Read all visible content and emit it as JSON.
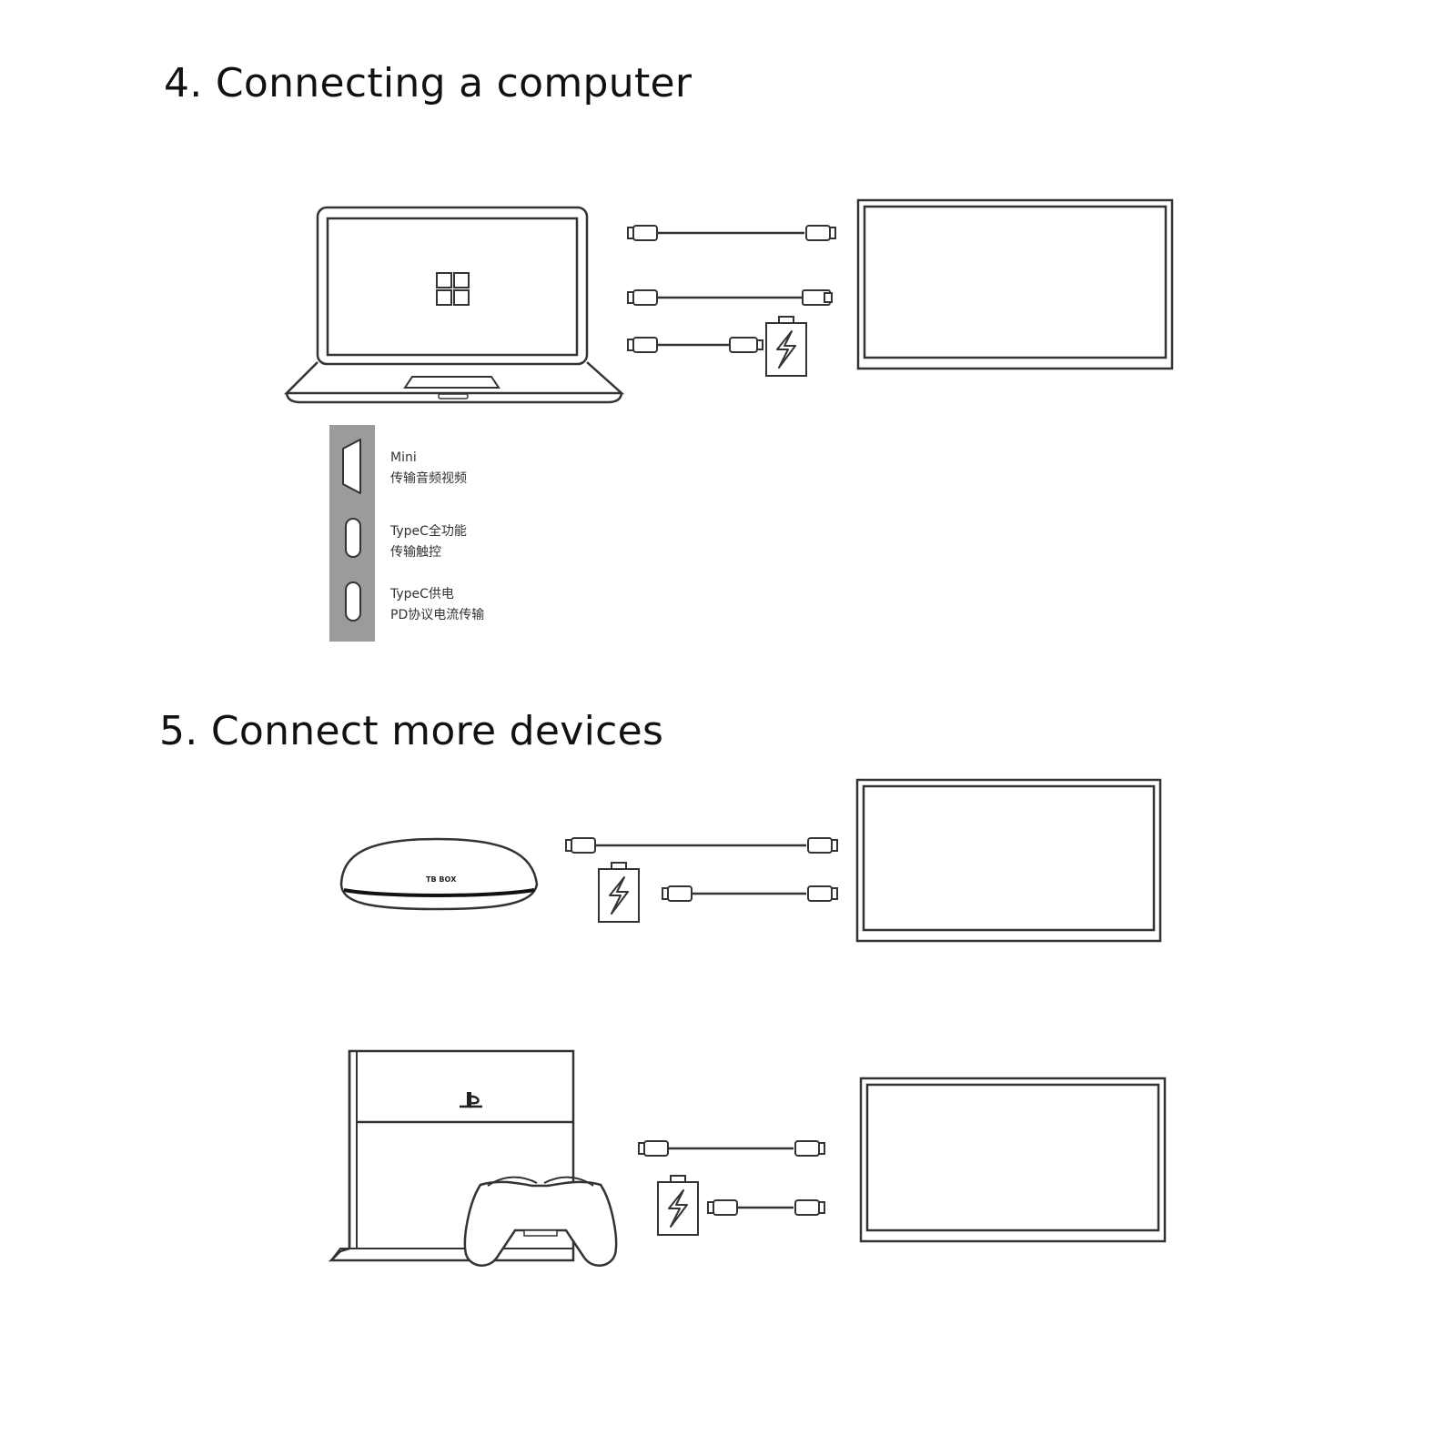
{
  "sections": [
    {
      "title": "4. Connecting a computer"
    },
    {
      "title": "5. Connect more devices"
    }
  ],
  "ports": [
    {
      "line1": "Mini",
      "line2": "传输音频视频",
      "icon": "mini-hdmi-port-icon"
    },
    {
      "line1": "TypeC全功能",
      "line2": "传输触控",
      "icon": "typec-port-icon"
    },
    {
      "line1": "TypeC供电",
      "line2": "PD协议电流传输",
      "icon": "typec-port-icon"
    }
  ],
  "devices": {
    "tv_box_logo": "ТВ ВОХ",
    "icons": [
      "laptop-icon",
      "windows-logo-icon",
      "portable-monitor-icon",
      "usb-cable-icon",
      "power-adapter-icon",
      "tv-box-icon",
      "game-console-icon",
      "gamepad-icon",
      "playstation-logo-icon"
    ]
  },
  "colors": {
    "line": "#333333",
    "panel": "#9b9b9b",
    "port_fill": "#ffffff"
  }
}
